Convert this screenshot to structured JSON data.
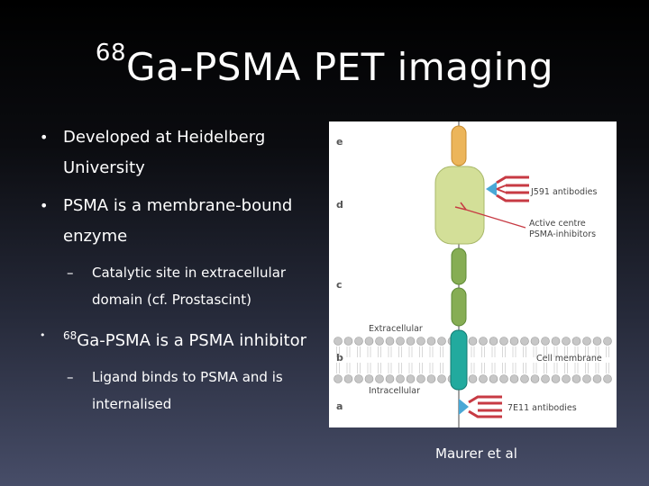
{
  "title": {
    "superscript": "68",
    "main": "Ga-PSMA PET imaging"
  },
  "bullets": [
    {
      "text": "Developed at Heidelberg University"
    },
    {
      "text": "PSMA is a membrane-bound enzyme"
    },
    {
      "text": "Catalytic site in extracellular domain (cf. Prostascint)"
    },
    {
      "superscript": "68",
      "text": "Ga-PSMA is a PSMA inhibitor"
    },
    {
      "text": "Ligand binds to PSMA and is internalised"
    }
  ],
  "diagram": {
    "side_labels": [
      "e",
      "d",
      "c",
      "b",
      "a"
    ],
    "labels": {
      "j591": "J591 antibodies",
      "active_centre_1": "Active centre",
      "active_centre_2": "PSMA-inhibitors",
      "extracellular": "Extracellular",
      "cell_membrane": "Cell membrane",
      "intracellular": "Intracellular",
      "e7e11": "7E11 antibodies"
    },
    "colors": {
      "stalk": "#ecb55a",
      "domain_d": "#d3df98",
      "domain_c": "#86ad54",
      "transmembrane": "#22aa9e",
      "antibody": "#c73a43",
      "inhibitor_line": "#c73a43",
      "membrane_bead": "#b8b8b8"
    }
  },
  "credit": "Maurer et al"
}
